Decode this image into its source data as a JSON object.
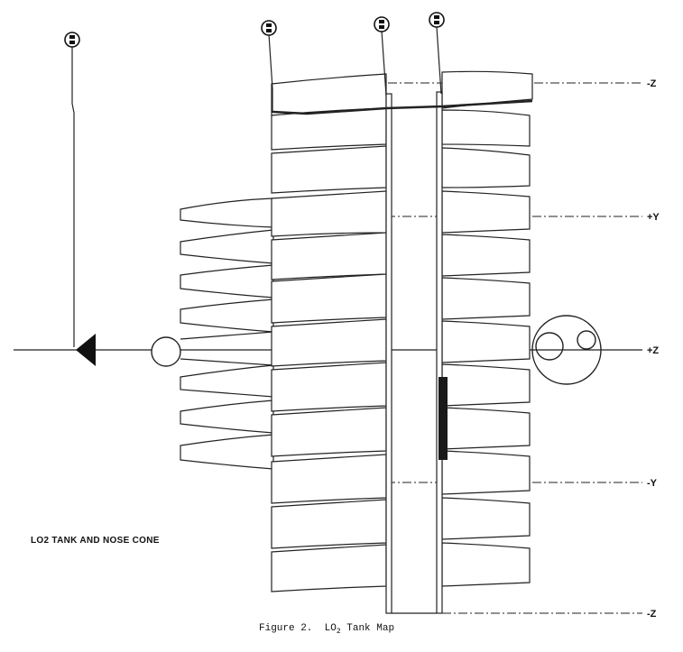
{
  "figure": {
    "caption_prefix": "Figure 2.  LO",
    "caption_sub": "2",
    "caption_suffix": " Tank Map",
    "title_label": "LO2 TANK AND NOSE CONE"
  },
  "axis_labels": {
    "minus_z_top": "-Z",
    "plus_y": "+Y",
    "plus_z": "+Z",
    "minus_y": "-Y",
    "minus_z_bottom": "-Z"
  },
  "colors": {
    "ink": "#222222",
    "background": "#ffffff"
  }
}
